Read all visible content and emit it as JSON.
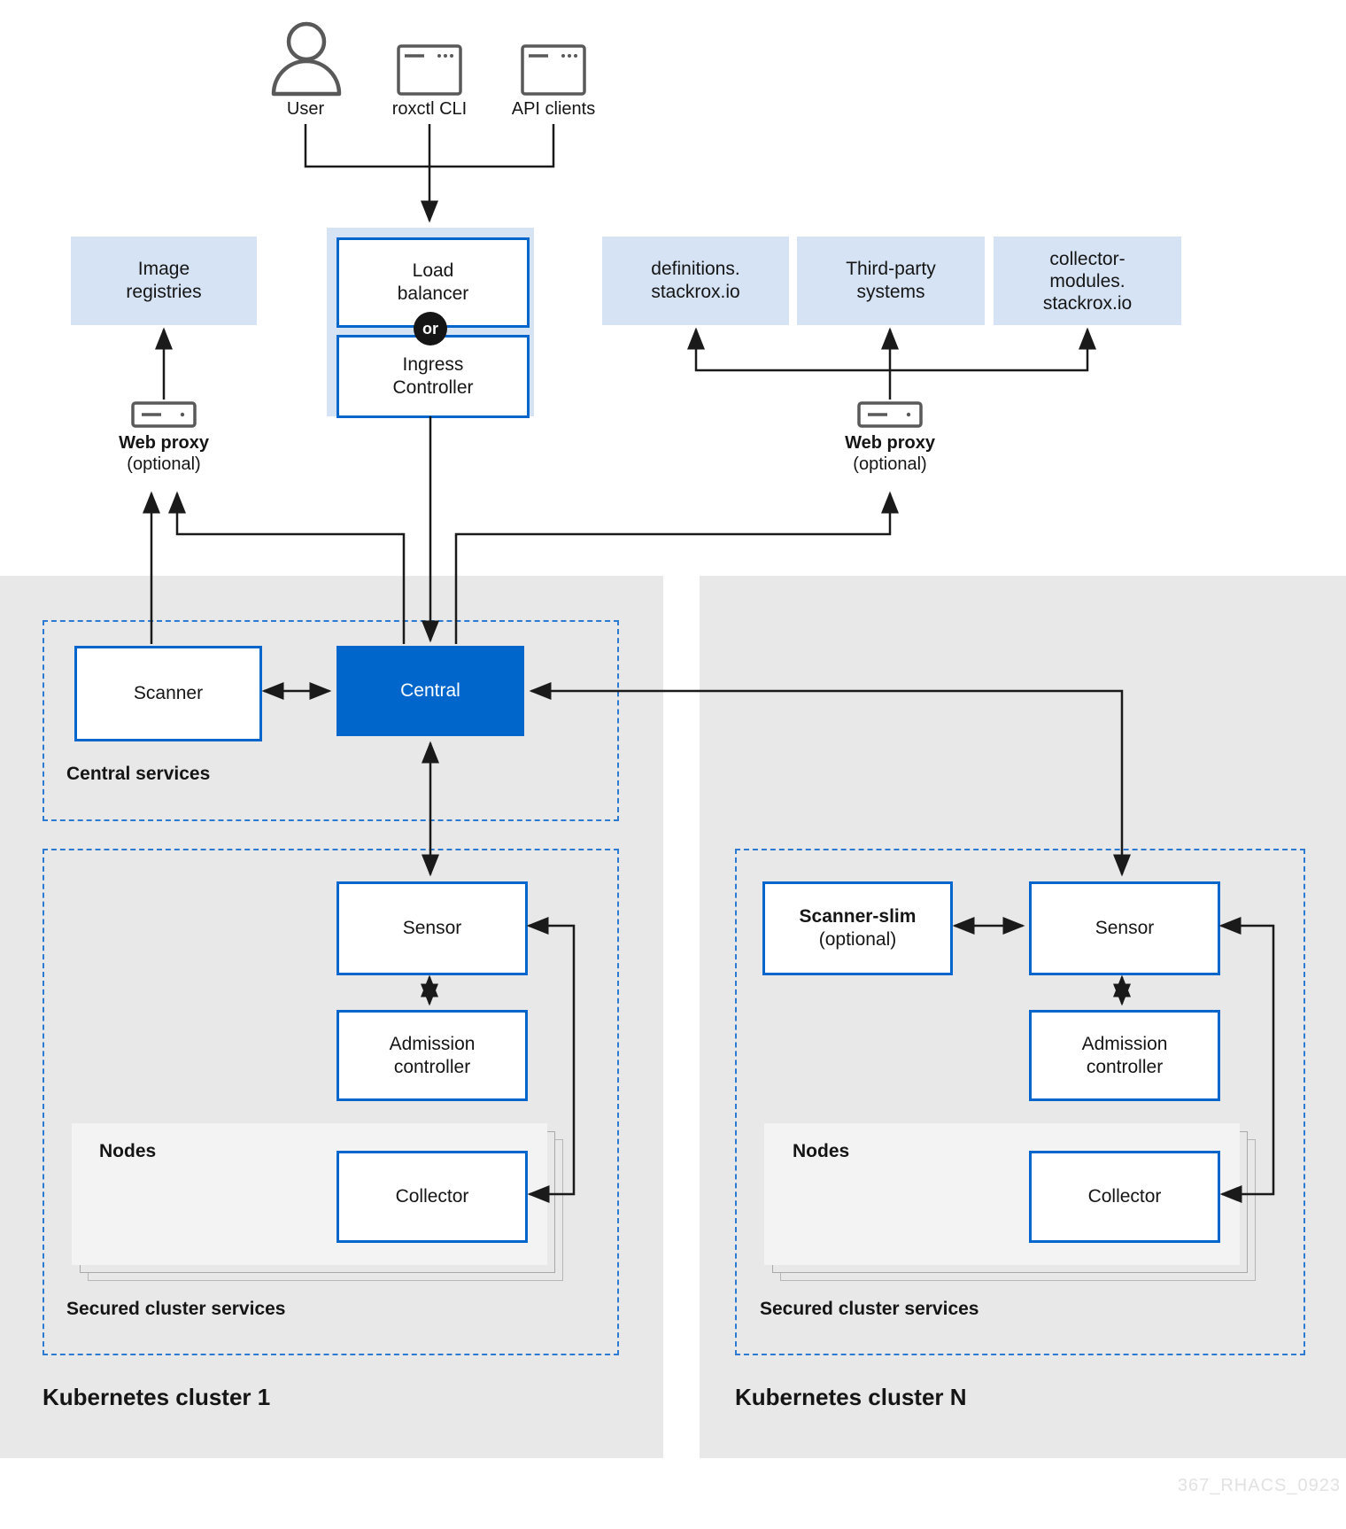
{
  "clients": {
    "user_label": "User",
    "roxctl_label": "roxctl CLI",
    "api_label": "API clients"
  },
  "ingress_group": {
    "load_balancer": "Load\nbalancer",
    "or_badge": "or",
    "ingress_controller": "Ingress\nController"
  },
  "external": {
    "image_registries": "Image\nregistries",
    "definitions": "definitions.\nstackrox.io",
    "third_party": "Third-party\nsystems",
    "collector_modules": "collector-\nmodules.\nstackrox.io"
  },
  "proxy": {
    "label": "Web proxy",
    "optional": "(optional)"
  },
  "central_services": {
    "title": "Central services",
    "scanner": "Scanner",
    "central": "Central"
  },
  "cluster1": {
    "title": "Kubernetes cluster 1",
    "secured_title": "Secured cluster services",
    "sensor": "Sensor",
    "admission": "Admission\ncontroller",
    "nodes": "Nodes",
    "collector": "Collector"
  },
  "clusterN": {
    "title": "Kubernetes cluster N",
    "secured_title": "Secured cluster services",
    "scanner_slim": "Scanner-slim",
    "scanner_slim_optional": "(optional)",
    "sensor": "Sensor",
    "admission": "Admission\ncontroller",
    "nodes": "Nodes",
    "collector": "Collector"
  },
  "watermark": "367_RHACS_0923",
  "colors": {
    "accent": "#0066cc",
    "light_blue": "#d6e3f4",
    "cluster_bg": "#e8e8e8",
    "nodes_bg": "#f3f3f3",
    "dashed": "#2b7bd3",
    "line": "#1a1a1a",
    "text": "#151515",
    "watermark": "#e2e2e2"
  }
}
